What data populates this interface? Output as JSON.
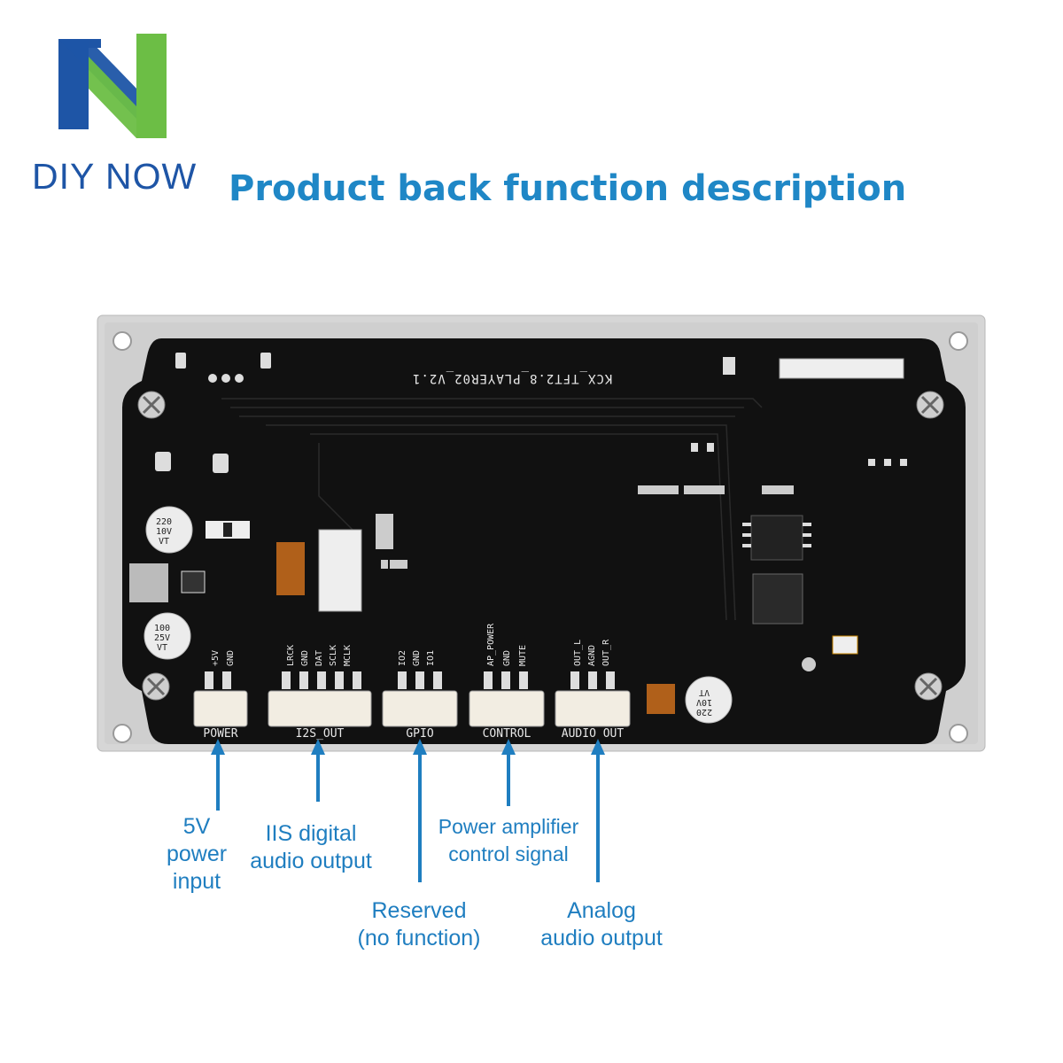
{
  "brand": {
    "name": "DIY NOW"
  },
  "title": "Product back function description",
  "board": {
    "id_text": "KCX_TFT2.8_PLAYER02_V2.1",
    "capacitors": [
      {
        "text": "220\n10V\nVT"
      },
      {
        "text": "100\n25V\nVT"
      },
      {
        "text": "220\n10V\nVT"
      }
    ],
    "connectors": [
      {
        "label": "POWER",
        "pins": [
          "+5V",
          "GND"
        ]
      },
      {
        "label": "I2S_OUT",
        "pins": [
          "LRCK",
          "GND",
          "DAT",
          "SCLK",
          "MCLK"
        ]
      },
      {
        "label": "GPIO",
        "pins": [
          "IO2",
          "GND",
          "IO1"
        ]
      },
      {
        "label": "CONTROL",
        "pins": [
          "AP_POWER",
          "GND",
          "MUTE"
        ]
      },
      {
        "label": "AUDIO OUT",
        "pins": [
          "OUT_L",
          "AGND",
          "OUT_R"
        ]
      }
    ]
  },
  "captions": [
    {
      "lines": [
        "5V",
        "power",
        "input"
      ]
    },
    {
      "lines": [
        "IIS digital",
        "audio output"
      ]
    },
    {
      "lines": [
        "Reserved",
        "(no function)"
      ]
    },
    {
      "lines": [
        "Power amplifier",
        "control signal"
      ]
    },
    {
      "lines": [
        "Analog",
        "audio output"
      ]
    }
  ],
  "colors": {
    "accent": "#1f7ec0",
    "brand_blue": "#1e55a6",
    "brand_green": "#6cbe45",
    "pcb": "#111111",
    "frame": "#d4d4d4"
  }
}
